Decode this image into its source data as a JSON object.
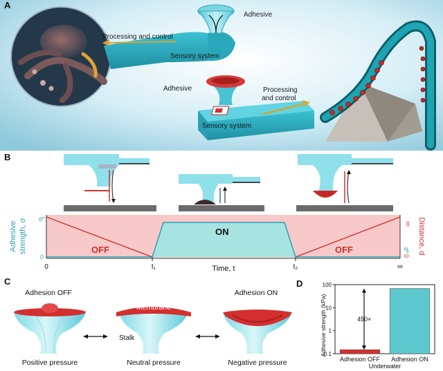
{
  "panels": {
    "a": {
      "letter": "A",
      "top_adhesive": "Adhesive",
      "top_processing": "Processing and control",
      "top_sensory": "Sensory system",
      "mid_adhesive": "Adhesive",
      "mid_processing_1": "Processing",
      "mid_processing_2": "and control",
      "mid_sensory": "Sensory system"
    },
    "b": {
      "letter": "B",
      "y_label_line1": "Adhesive",
      "y_label_line2": "strength, σ",
      "y2_label": "Distance, d",
      "x_label": "Time, t",
      "ticks_x": [
        "0",
        "t₁",
        "t₂",
        "∞"
      ],
      "tick_sigma_star": "σ*",
      "tick_zero_left": "0",
      "tick_inf_right": "∞",
      "tick_d_star": "d*",
      "tick_zero_right": "0",
      "state_off_left": "OFF",
      "state_on": "ON",
      "state_off_right": "OFF"
    },
    "c": {
      "letter": "C",
      "title_off": "Adhesion OFF",
      "title_on": "Adhesion ON",
      "membrane": "Membrane",
      "stalk": "Stalk",
      "positive": "Positive pressure",
      "neutral": "Neutral pressure",
      "negative": "Negative pressure"
    },
    "d": {
      "letter": "D",
      "ylabel": "Adhesive strength (kPa)",
      "xlabel": "Underwater",
      "annotation": "450×"
    }
  },
  "colors": {
    "cyan": "#5ed3e0",
    "red": "#d32f2f",
    "pink_region": "#f7c9c9",
    "on_region": "#a7e3e0",
    "ground": "#6b6b6b"
  },
  "chart_data": {
    "type": "bar",
    "categories": [
      "Adhesion OFF",
      "Adhesion ON"
    ],
    "values": [
      0.15,
      68
    ],
    "ylog": true,
    "ylim": [
      0.1,
      100
    ],
    "yticks": [
      "0.1",
      "1",
      "10",
      "100"
    ],
    "bar_colors": [
      "#d32f2f",
      "#5ec8cf"
    ]
  }
}
